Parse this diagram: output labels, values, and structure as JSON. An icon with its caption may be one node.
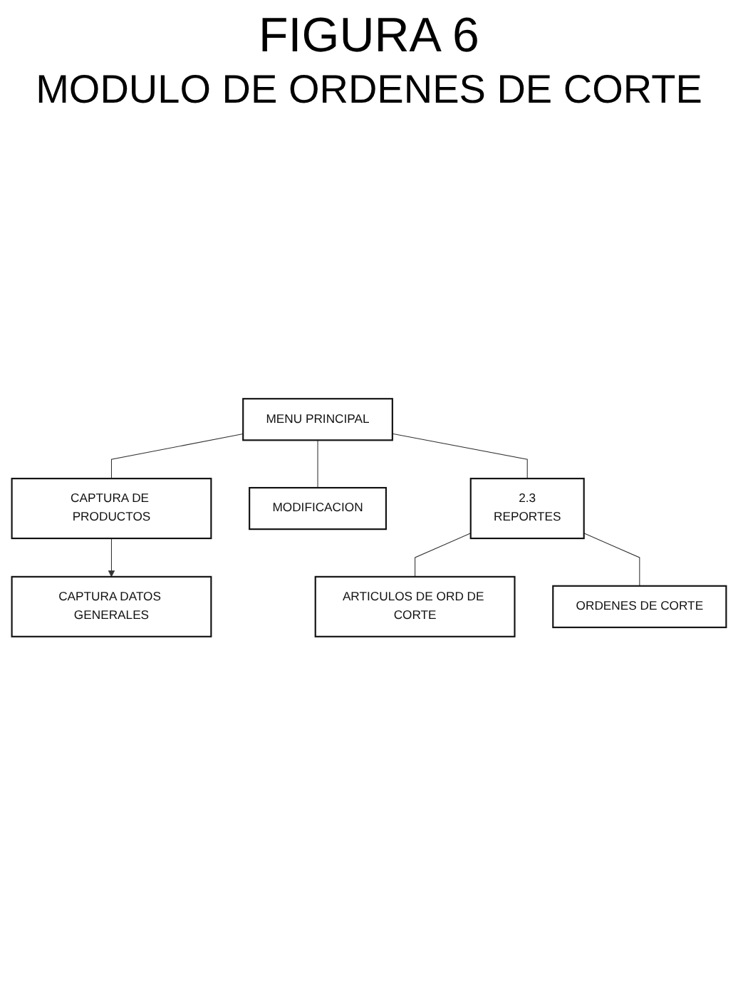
{
  "diagram": {
    "title": "FIGURA 6",
    "nodes": [
      {
        "text": [
          "MENU PRINCIPAL"
        ]
      },
      {
        "text": [
          "CAPTURA DE PRODUCTOS"
        ]
      },
      {
        "text": [
          "MODIFICACION"
        ]
      },
      {
        "text": [
          "2.3",
          "REPORTES"
        ]
      },
      {
        "text": [
          "CAPTURA DATOS GENERALES"
        ]
      },
      {
        "text": [
          "ARTICULOS DE ORD DE CORTE"
        ]
      },
      {
        "text": [
          "ORDENES DE CORTE"
        ]
      }
    ],
    "edges": [
      {
        "from": 0,
        "to": 1,
        "arrow": "none"
      },
      {
        "from": 0,
        "to": 2,
        "arrow": "none"
      },
      {
        "from": 0,
        "to": 3,
        "arrow": "none"
      },
      {
        "from": 1,
        "to": 4,
        "arrow": "to"
      },
      {
        "from": 3,
        "to": 5,
        "arrow": "none"
      },
      {
        "from": 3,
        "to": 6,
        "arrow": "none"
      }
    ],
    "labels": [
      "MODULO DE ORDENES DE CORTE"
    ]
  }
}
